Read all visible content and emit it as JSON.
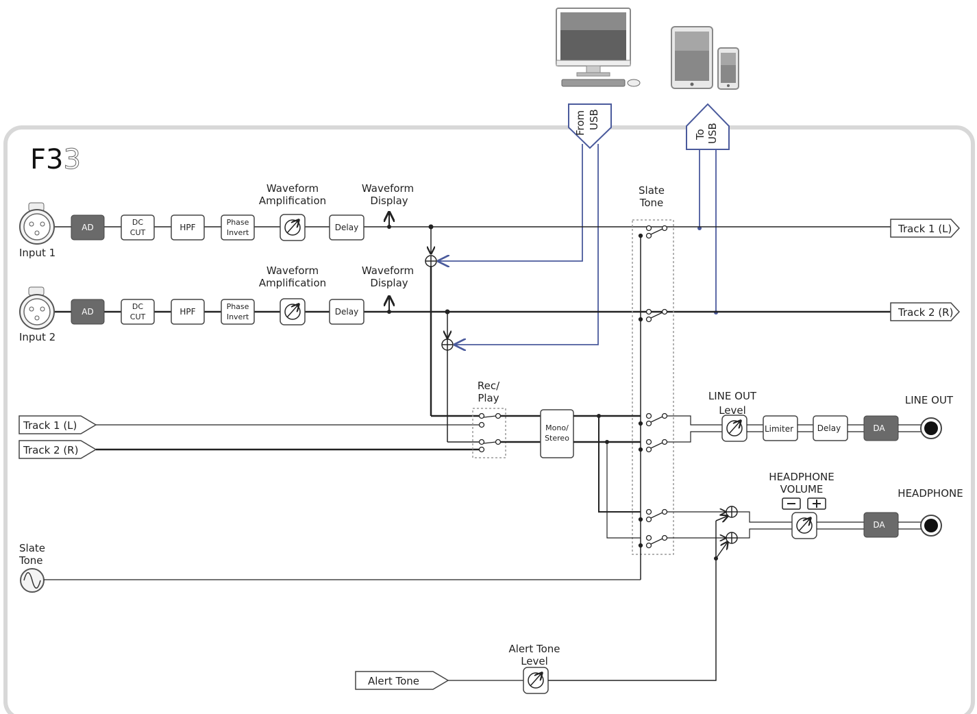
{
  "device": {
    "name_a": "F",
    "name_b": "3",
    "name_c": "3"
  },
  "usb": {
    "from_a": "From",
    "from_b": "USB",
    "to_a": "To",
    "to_b": "USB"
  },
  "inputs": [
    {
      "label": "Input 1",
      "ad": "AD",
      "dc_a": "DC",
      "dc_b": "CUT",
      "hpf": "HPF",
      "phase_a": "Phase",
      "phase_b": "Invert",
      "delay": "Delay",
      "amp_a": "Waveform",
      "amp_b": "Amplification",
      "disp_a": "Waveform",
      "disp_b": "Display"
    },
    {
      "label": "Input 2",
      "ad": "AD",
      "dc_a": "DC",
      "dc_b": "CUT",
      "hpf": "HPF",
      "phase_a": "Phase",
      "phase_b": "Invert",
      "delay": "Delay",
      "amp_a": "Waveform",
      "amp_b": "Amplification",
      "disp_a": "Waveform",
      "disp_b": "Display"
    }
  ],
  "slate_tone_switch": {
    "a": "Slate",
    "b": "Tone"
  },
  "outputs": {
    "track1": "Track 1 (L)",
    "track2": "Track 2 (R)"
  },
  "playback": {
    "track1": "Track 1 (L)",
    "track2": "Track 2 (R)"
  },
  "rec_play": {
    "a": "Rec/",
    "b": "Play"
  },
  "mono_stereo": {
    "a": "Mono/",
    "b": "Stereo"
  },
  "line_out": {
    "level_a": "LINE OUT",
    "level_b": "Level",
    "limiter": "Limiter",
    "delay": "Delay",
    "da": "DA",
    "jack": "LINE OUT"
  },
  "headphone": {
    "vol_a": "HEADPHONE",
    "vol_b": "VOLUME",
    "da": "DA",
    "jack": "HEADPHONE"
  },
  "slate_tone_source": {
    "a": "Slate",
    "b": "Tone"
  },
  "alert": {
    "level_a": "Alert Tone",
    "level_b": "Level",
    "source": "Alert Tone"
  }
}
